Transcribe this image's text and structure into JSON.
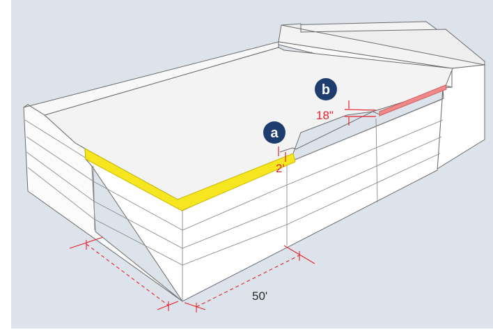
{
  "labels": {
    "callout_a": "a",
    "callout_b": "b",
    "dim_a": "2'",
    "dim_b": "18\"",
    "dim_width": "50'"
  },
  "colors": {
    "background": "#dde3ea",
    "callout_fill": "#1f3c6e",
    "dimension": "#e8202a",
    "highlight_a": "#f5e620",
    "highlight_b": "#f08a8a",
    "roof": "#f3f3f3",
    "wall": "#ffffff",
    "outline": "#6a6a6a"
  }
}
